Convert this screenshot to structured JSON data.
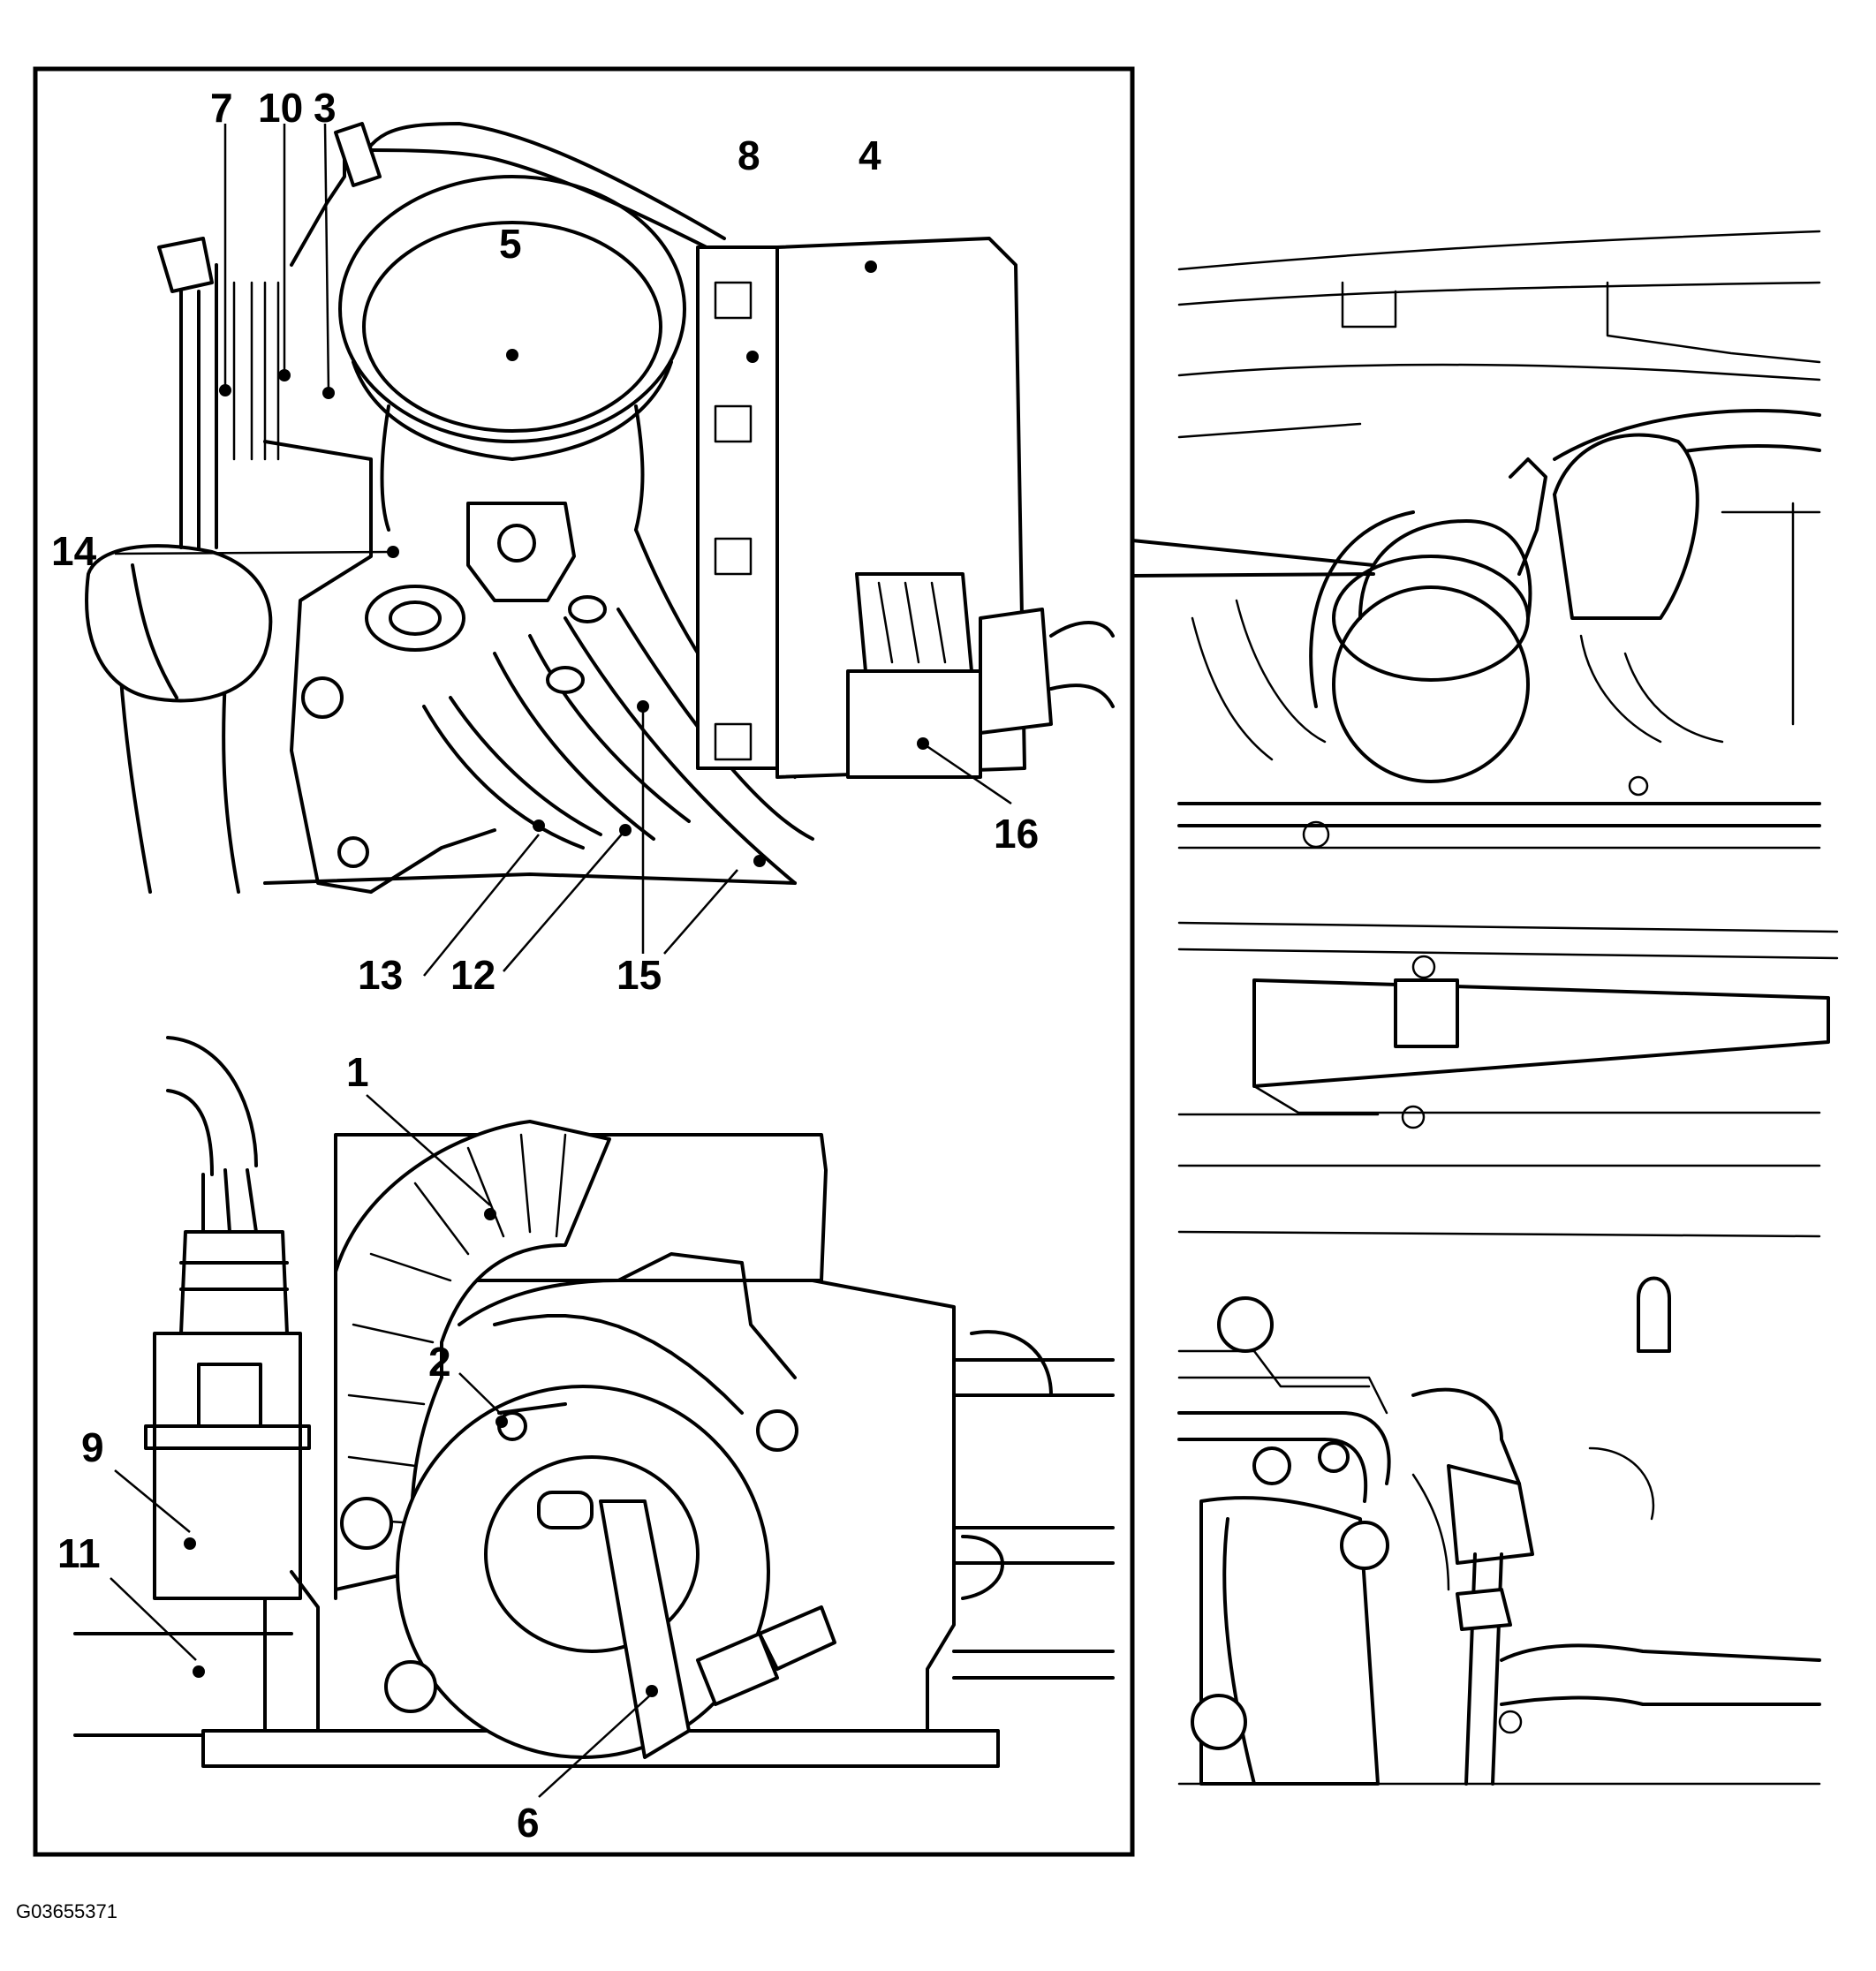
{
  "figure_id": "G03655371",
  "callouts": {
    "c1": "1",
    "c2": "2",
    "c3": "3",
    "c4": "4",
    "c5": "5",
    "c6": "6",
    "c7": "7",
    "c8": "8",
    "c9": "9",
    "c10": "10",
    "c11": "11",
    "c12": "12",
    "c13": "13",
    "c14": "14",
    "c15": "15",
    "c16": "16"
  }
}
